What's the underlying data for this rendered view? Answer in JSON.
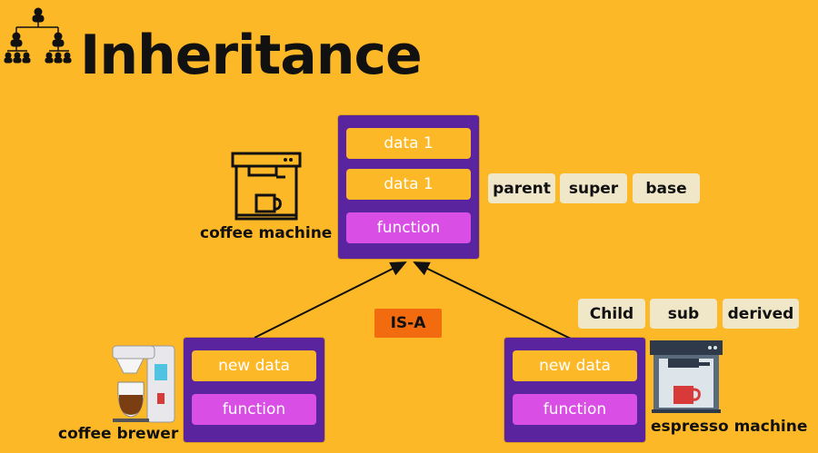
{
  "title": "Inheritance",
  "parent_class": {
    "caption": "coffee machine",
    "slots": [
      "data 1",
      "data 1",
      "function"
    ]
  },
  "parent_tags": [
    "parent",
    "super",
    "base"
  ],
  "relationship_label": "IS-A",
  "child_tags": [
    "Child",
    "sub",
    "derived"
  ],
  "child_left": {
    "caption": "coffee brewer",
    "slots": [
      "new data",
      "function"
    ]
  },
  "child_right": {
    "caption": "espresso machine",
    "slots": [
      "new data",
      "function"
    ]
  },
  "colors": {
    "background": "#FDB827",
    "class_box": "#5B249F",
    "data_slot": "#FDB827",
    "function_slot": "#D94FE6",
    "tag": "#F0E6C8",
    "isa_badge": "#F26B0F"
  },
  "icons": [
    "hierarchy-icon",
    "coffee-machine-icon",
    "coffee-brewer-icon",
    "espresso-machine-icon"
  ]
}
